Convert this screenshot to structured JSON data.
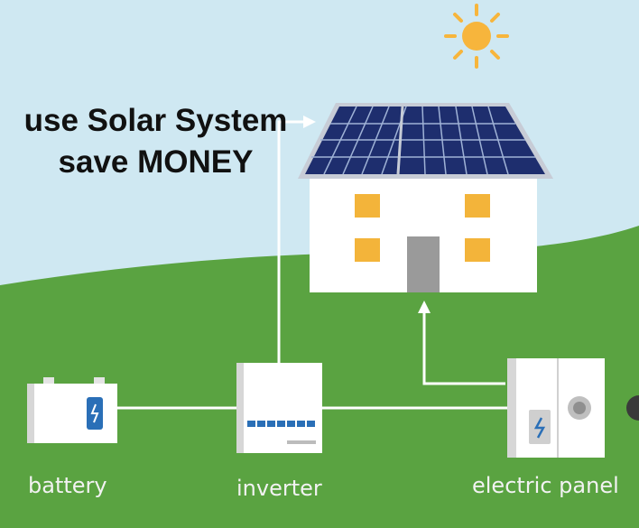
{
  "headline": {
    "line1": "use Solar System",
    "line2": "save MONEY"
  },
  "labels": {
    "battery": "battery",
    "inverter": "inverter",
    "electric_panel": "electric panel"
  },
  "colors": {
    "sky": "#cfe8f2",
    "grass": "#5aa341",
    "sun": "#f7b53c",
    "solar_panel": "#1e2e6e",
    "window": "#f3b43a",
    "door": "#9a9a9a",
    "wire": "#ffffff",
    "indicator": "#2a6fb7"
  },
  "icons": [
    "sun-icon",
    "solar-panel-roof",
    "house",
    "battery-icon",
    "inverter-icon",
    "electric-panel-icon",
    "up-arrow-icon"
  ]
}
